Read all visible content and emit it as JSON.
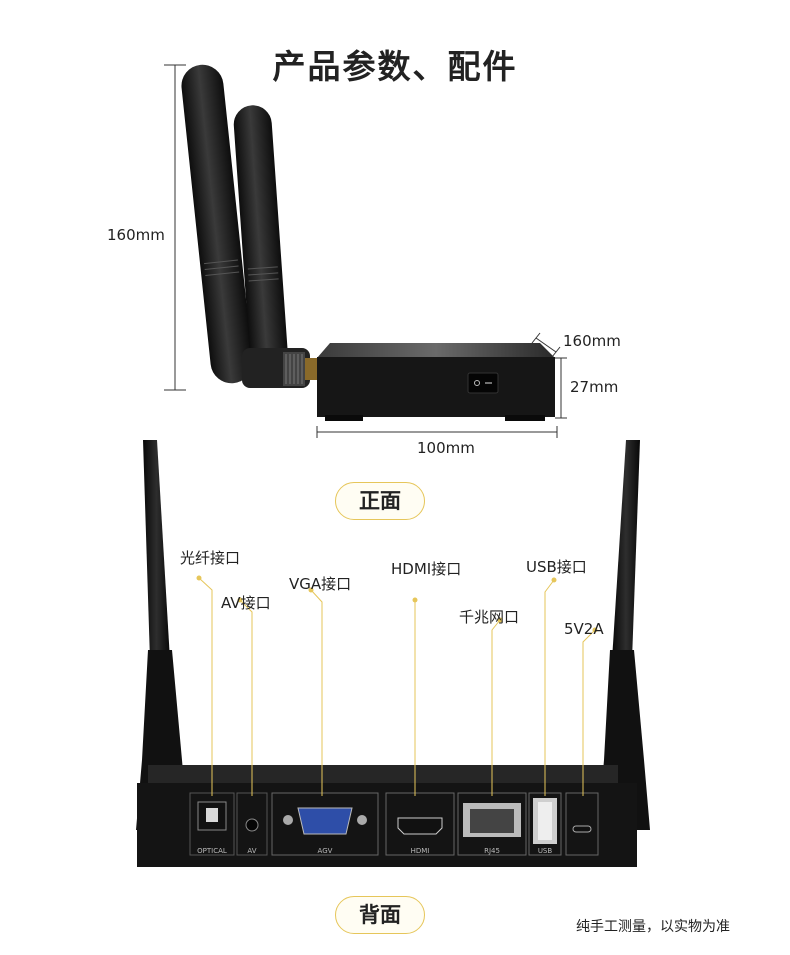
{
  "title": "产品参数、配件",
  "dimensions": {
    "height_left": "160mm",
    "depth": "160mm",
    "height_right": "27mm",
    "width": "100mm"
  },
  "sections": {
    "front": "正面",
    "back": "背面"
  },
  "ports": [
    {
      "callout": "光纤接口",
      "label": "OPTICAL"
    },
    {
      "callout": "AV接口",
      "label": "AV"
    },
    {
      "callout": "VGA接口",
      "label": "AGV"
    },
    {
      "callout": "HDMI接口",
      "label": "HDMI"
    },
    {
      "callout": "千兆网口",
      "label": "RJ45"
    },
    {
      "callout": "USB接口",
      "label": "USB"
    },
    {
      "callout": "5V2A",
      "label": ""
    }
  ],
  "footnote": "纯手工测量，以实物为准",
  "colors": {
    "accent": "#e6c65a",
    "device": "#1a1a1a"
  }
}
